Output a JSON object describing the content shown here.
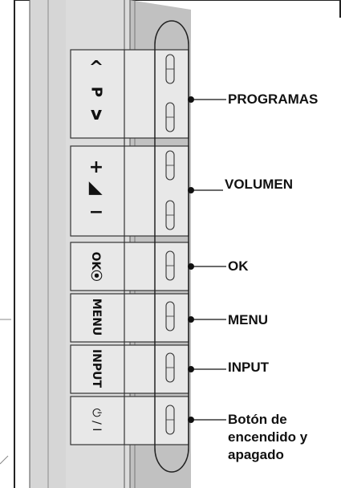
{
  "colors": {
    "panel_left": "#d4d4d4",
    "panel_right": "#bdbdbd",
    "button_face": "#e6e6e6",
    "line": "#222222"
  },
  "buttons": [
    {
      "id": "programas",
      "top_glyph": "^",
      "mid_glyph": "P",
      "bottom_glyph": "v",
      "label": "PROGRAMAS"
    },
    {
      "id": "volumen",
      "top_glyph": "+",
      "mid_glyph": "◢",
      "bottom_glyph": "−",
      "label": "VOLUMEN"
    },
    {
      "id": "ok",
      "glyph": "OK⦿",
      "label": "OK"
    },
    {
      "id": "menu",
      "glyph": "MENU",
      "label": "MENU"
    },
    {
      "id": "input",
      "glyph": "INPUT",
      "label": "INPUT"
    },
    {
      "id": "power",
      "glyph": "⏻ / I",
      "label": "Botón de encendido y apagado"
    }
  ]
}
